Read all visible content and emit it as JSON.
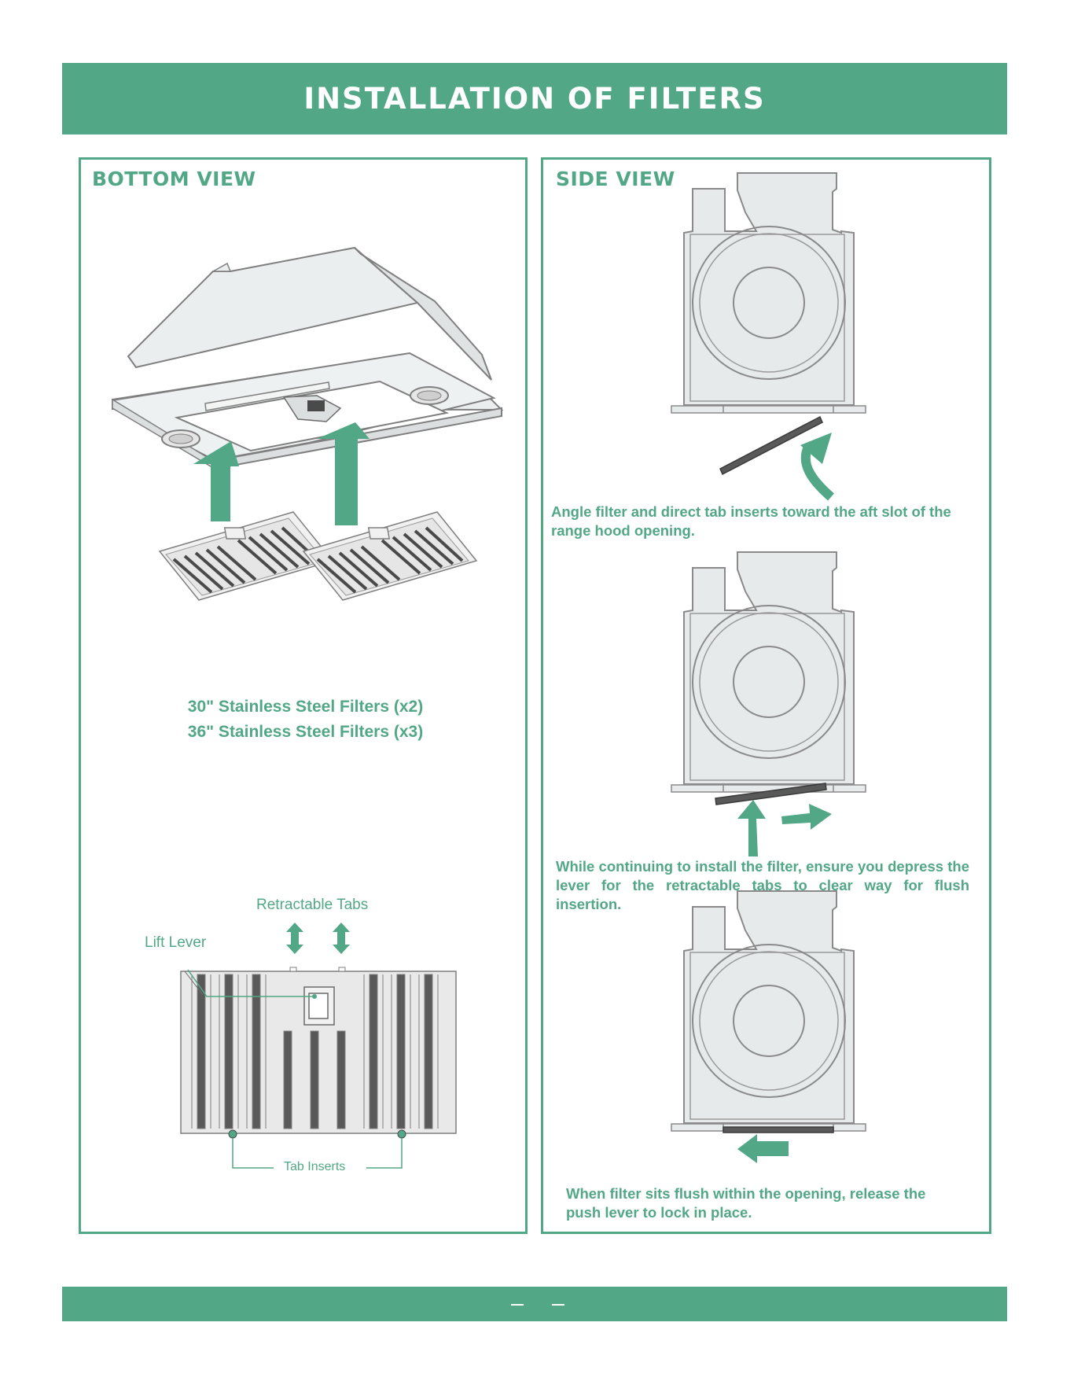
{
  "header": {
    "title": "INSTALLATION OF FILTERS"
  },
  "bottom_view": {
    "title": "BOTTOM VIEW",
    "specs": [
      "30\" Stainless Steel  Filters (x2)",
      "36\" Stainless Steel  Filters (x3)"
    ],
    "labels": {
      "retractable_tabs": "Retractable Tabs",
      "lift_lever": "Lift Lever",
      "tab_inserts": "Tab Inserts"
    }
  },
  "side_view": {
    "title": "SIDE VIEW",
    "steps": [
      "Angle filter and direct tab inserts toward the aft slot of the range hood opening.",
      "While continuing to install the filter, ensure you depress the lever for the retractable tabs to clear way for flush insertion.",
      "When filter sits flush within the opening, release the push lever to lock in place."
    ]
  },
  "colors": {
    "accent": "#52a786",
    "line": "#7f7f7f",
    "fill": "#e6eaeb",
    "filter": "#595959"
  }
}
